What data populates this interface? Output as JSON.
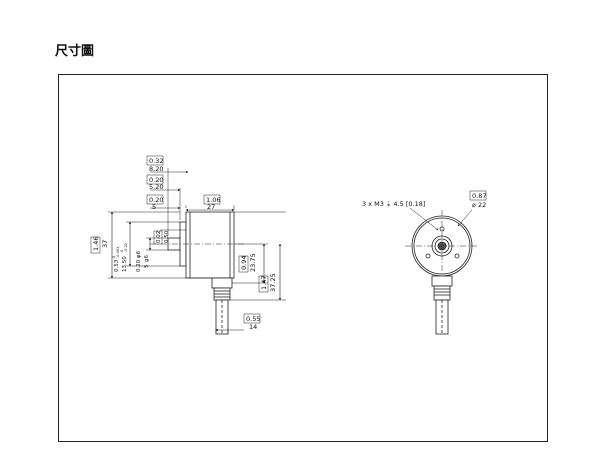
{
  "page": {
    "title": "尺寸圖"
  },
  "side_view": {
    "top_dims": [
      {
        "inch": "0.32",
        "mm": "8.20"
      },
      {
        "inch": "0.20",
        "mm": "5.20"
      },
      {
        "inch": "0.20",
        "mm": "5"
      }
    ],
    "body_depth": {
      "inch": "1.06",
      "mm": "27"
    },
    "flange_thickness": {
      "inch": "0.02",
      "mm": "0.50"
    },
    "left_dims": {
      "overall_height": {
        "inch": "1.46",
        "mm": "37"
      },
      "pilot": {
        "inch": "0.53",
        "mm": "13.50",
        "tol_inch": "0",
        "tol_inch2": "-0.001",
        "tol_mm": "0",
        "tol_mm2": "-0.02"
      },
      "shaft": {
        "inch": "0.20",
        "mm": "5",
        "fit": "g6",
        "fit2": "φ6"
      }
    },
    "right_dims": {
      "cable_height": {
        "inch": "0.94",
        "mm": "23.75"
      },
      "cable_offset": {
        "inch": "1.47",
        "mm": "37.25"
      }
    },
    "bottom_dims": {
      "inch": "0.55",
      "mm": "14"
    }
  },
  "front_view": {
    "thread_label": "3 x M3 ⇣ 4.5 [0.18]",
    "bolt_circle": {
      "inch": "0.87",
      "mm": "22"
    }
  }
}
